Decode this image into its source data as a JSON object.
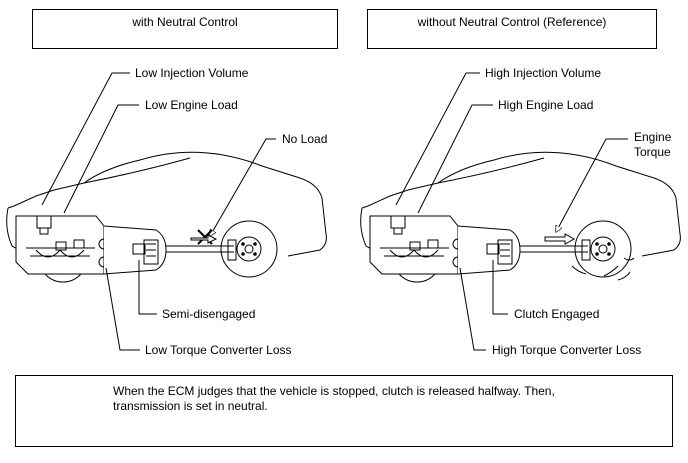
{
  "left_panel": {
    "title": "with Neutral Control",
    "labels": {
      "injection": "Low Injection Volume",
      "engine_load": "Low Engine Load",
      "load": "No Load",
      "clutch": "Semi-disengaged",
      "converter": "Low Torque Converter Loss"
    }
  },
  "right_panel": {
    "title": "without Neutral Control (Reference)",
    "labels": {
      "injection": "High Injection Volume",
      "engine_load": "High Engine Load",
      "torque_line1": "Engine",
      "torque_line2": "Torque",
      "clutch": "Clutch Engaged",
      "converter": "High Torque Converter Loss"
    }
  },
  "note": {
    "line1": "When the ECM judges that the vehicle is stopped, clutch is released halfway. Then,",
    "line2": "transmission is set in neutral."
  }
}
